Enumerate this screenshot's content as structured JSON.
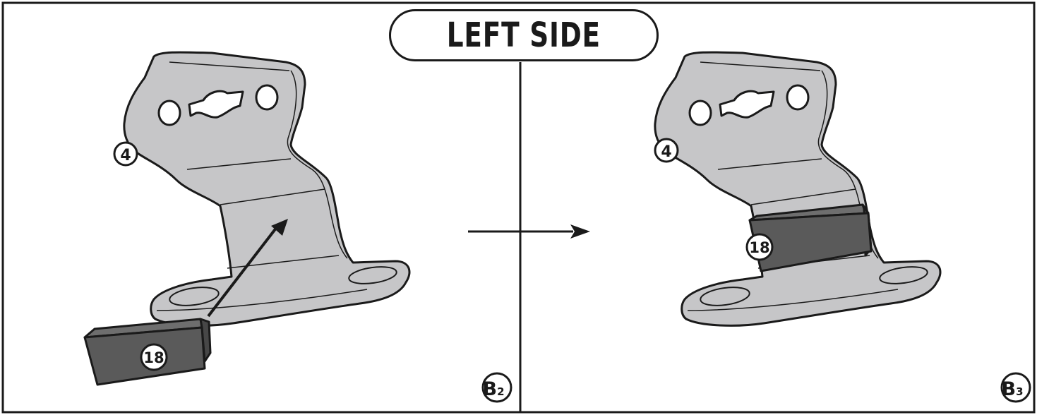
{
  "title": "LEFT SIDE",
  "panels": [
    {
      "step_badge": {
        "letter": "B",
        "number": "2"
      },
      "bracket_callout": "4",
      "block_callout": "18",
      "state": "block separated, arrow pointing to bracket"
    },
    {
      "step_badge": {
        "letter": "B",
        "number": "3"
      },
      "bracket_callout": "4",
      "block_callout": "18",
      "state": "block attached to bracket"
    }
  ],
  "colors": {
    "line": "#1a1a1a",
    "bracket_fill": "#c6c6c8",
    "block_fill": "#5a5a5a",
    "block_top": "#6e6e6e",
    "background": "#ffffff"
  }
}
